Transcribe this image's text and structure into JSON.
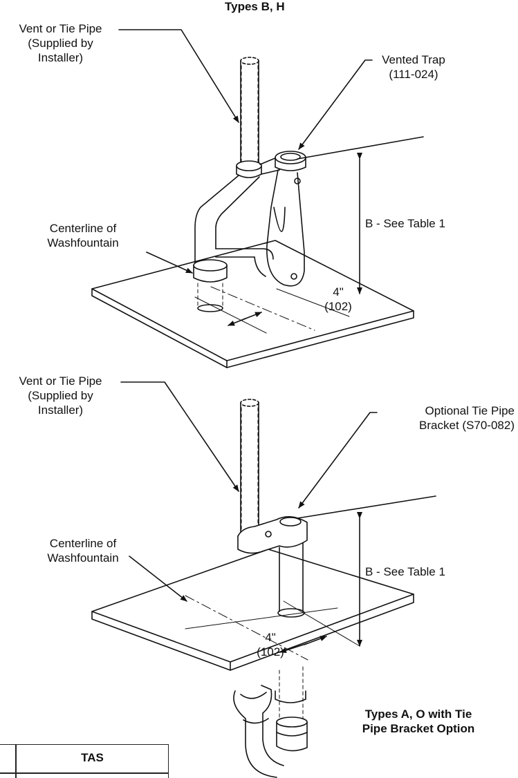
{
  "top_figure": {
    "title": "Types B, H",
    "vent_pipe_line1": "Vent or Tie Pipe",
    "vent_pipe_line2": "(Supplied by",
    "vent_pipe_line3": "Installer)",
    "trap_line1": "Vented Trap",
    "trap_line2": "(111-024)",
    "centerline_line1": "Centerline of",
    "centerline_line2": "Washfountain",
    "dim_b": "B - See Table 1",
    "offset_in": "4\"",
    "offset_mm": "(102)"
  },
  "bottom_figure": {
    "vent_pipe_line1": "Vent or Tie Pipe",
    "vent_pipe_line2": "(Supplied by",
    "vent_pipe_line3": "Installer)",
    "bracket_line1": "Optional Tie Pipe",
    "bracket_line2": "Bracket (S70-082)",
    "centerline_line1": "Centerline of",
    "centerline_line2": "Washfountain",
    "dim_b": "B - See Table 1",
    "offset_in": "4\"",
    "offset_mm": "(102)",
    "caption_line1": "Types A, O with Tie",
    "caption_line2": "Pipe Bracket Option"
  },
  "table": {
    "header": "TAS"
  }
}
